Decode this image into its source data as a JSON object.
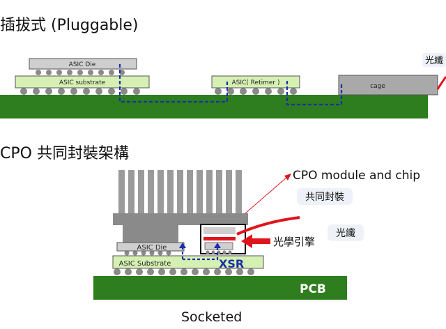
{
  "headings": {
    "top": "插拔式 (Pluggable)",
    "bottom": "CPO 共同封裝架構"
  },
  "top_diagram": {
    "asic_die": "ASIC Die",
    "asic_substrate": "ASIC substrate",
    "retimer": "ASIC( Retimer )",
    "cage": "cage",
    "fiber": "光纖"
  },
  "bottom_diagram": {
    "cpo_module_label": "CPO module and chip",
    "copackaged_label": "共同封裝",
    "fiber_label": "光纖",
    "optical_engine_label": "光學引擎",
    "asic_die": "ASIC Die",
    "asic_substrate": "ASIC Substrate",
    "xsr": "XSR",
    "pcb": "PCB",
    "caption": "Socketed"
  },
  "colors": {
    "board_green": "#2e7d1e",
    "substrate_green": "#d6f0b4",
    "die_gray": "#cfcfcf",
    "ball_gray": "#8a8a8a",
    "trace_blue": "#1a2fa8",
    "fiber_red": "#e0141c",
    "heatsink_gray": "#9a9a9a"
  }
}
